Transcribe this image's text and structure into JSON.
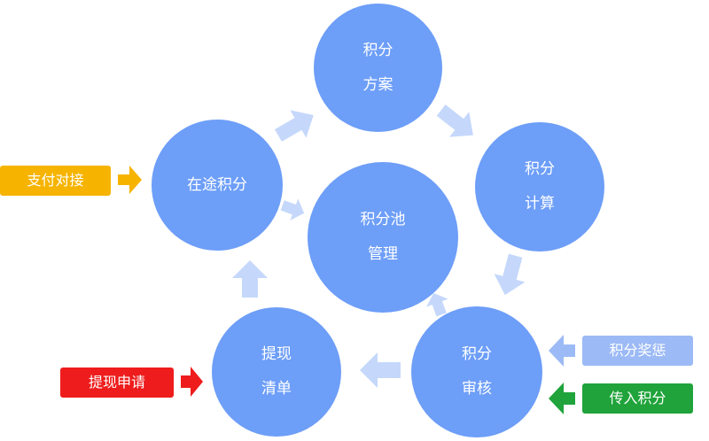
{
  "nodes": {
    "scheme": {
      "line1": "积分",
      "line2": "方案"
    },
    "calc": {
      "line1": "积分",
      "line2": "计算"
    },
    "review": {
      "line1": "积分",
      "line2": "审核"
    },
    "withdraw_list": {
      "line1": "提现",
      "line2": "清单"
    },
    "transit": {
      "line1": "在途积分"
    },
    "pool": {
      "line1": "积分池",
      "line2": "管理"
    }
  },
  "inputs": {
    "payment": {
      "label": "支付对接",
      "color": "#f6b400"
    },
    "withdraw_request": {
      "label": "提现申请",
      "color": "#ee1c1c"
    },
    "reward_penalty": {
      "label": "积分奖惩",
      "color": "#9cbaf6"
    },
    "incoming_points": {
      "label": "传入积分",
      "color": "#1fa33a"
    }
  },
  "colors": {
    "node": "#6d9ef8",
    "flow_arrow": "#c5d8fb"
  }
}
